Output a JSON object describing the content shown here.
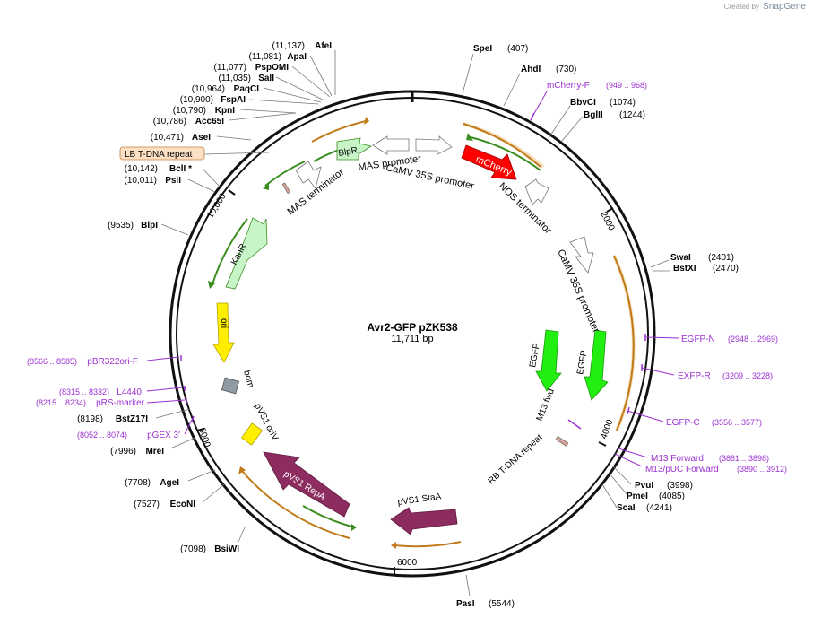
{
  "watermark": {
    "created_by": "Created by",
    "app": "SnapGene"
  },
  "plasmid": {
    "name": "Avr2-GFP pZK538",
    "length_label": "11,711 bp"
  },
  "colors": {
    "backbone": "#111111",
    "primer": "#9b30d0",
    "orf_orange": "#e8a33c",
    "orf_green": "#3a8d1e"
  },
  "ticks": [
    {
      "label": "2000"
    },
    {
      "label": "4000"
    },
    {
      "label": "6000"
    },
    {
      "label": "8000"
    },
    {
      "label": "10,000"
    }
  ],
  "enzymes": [
    {
      "name": "SpeI",
      "pos": "(407)"
    },
    {
      "name": "AhdI",
      "pos": "(730)"
    },
    {
      "name": "BbvCI",
      "pos": "(1074)"
    },
    {
      "name": "BglII",
      "pos": "(1244)"
    },
    {
      "name": "SwaI",
      "pos": "(2401)"
    },
    {
      "name": "BstXI",
      "pos": "(2470)"
    },
    {
      "name": "PvuI",
      "pos": "(3998)"
    },
    {
      "name": "PmeI",
      "pos": "(4085)"
    },
    {
      "name": "ScaI",
      "pos": "(4241)"
    },
    {
      "name": "PasI",
      "pos": "(5544)"
    },
    {
      "name": "BsiWI",
      "pos": "(7098)"
    },
    {
      "name": "EcoNI",
      "pos": "(7527)"
    },
    {
      "name": "AgeI",
      "pos": "(7708)"
    },
    {
      "name": "MreI",
      "pos": "(7996)"
    },
    {
      "name": "BstZ17I",
      "pos": "(8198)"
    },
    {
      "name": "BlpI",
      "pos": "(9535)"
    },
    {
      "name": "PsiI",
      "pos": "(10,011)"
    },
    {
      "name": "BclI *",
      "pos": "(10,142)"
    },
    {
      "name": "AseI",
      "pos": "(10,471)"
    },
    {
      "name": "Acc65I",
      "pos": "(10,786)"
    },
    {
      "name": "KpnI",
      "pos": "(10,790)"
    },
    {
      "name": "FspAI",
      "pos": "(10,900)"
    },
    {
      "name": "PaqCI",
      "pos": "(10,964)"
    },
    {
      "name": "SalI",
      "pos": "(11,035)"
    },
    {
      "name": "PspOMI",
      "pos": "(11,077)"
    },
    {
      "name": "ApaI",
      "pos": "(11,081)"
    },
    {
      "name": "AfeI",
      "pos": "(11,137)"
    }
  ],
  "primers": [
    {
      "name": "mCherry-F",
      "pos": "(949 .. 968)"
    },
    {
      "name": "EGFP-N",
      "pos": "(2948 .. 2969)"
    },
    {
      "name": "EXFP-R",
      "pos": "(3209 .. 3228)"
    },
    {
      "name": "EGFP-C",
      "pos": "(3556 .. 3577)"
    },
    {
      "name": "M13 Forward",
      "pos": "(3881 .. 3898)"
    },
    {
      "name": "M13/pUC Forward",
      "pos": "(3890 .. 3912)"
    },
    {
      "name": "pBR322ori-F",
      "pos": "(8566 .. 8585)"
    },
    {
      "name": "L4440",
      "pos": "(8315 .. 8332)"
    },
    {
      "name": "pRS-marker",
      "pos": "(8215 .. 8234)"
    },
    {
      "name": "pGEX 3'",
      "pos": "(8052 .. 8074)"
    }
  ],
  "callout": {
    "label": "LB T-DNA repeat"
  },
  "features": {
    "mcherry": "mCherry",
    "blpr": "BlpR",
    "kanr": "KanR",
    "ori": "ori",
    "egfp1": "EGFP",
    "egfp2": "EGFP",
    "pvs1_repa": "pVS1 RepA",
    "pvs1_staa": "pVS1 StaA",
    "mas_promoter": "MAS promoter",
    "camv_promoter_top": "CaMV 35S promoter",
    "nos_terminator": "NOS terminator",
    "camv_promoter_right": "CaMV 35S promoter",
    "mas_terminator": "MAS terminator",
    "bom": "bom",
    "pvs1_oriv": "pVS1 oriV",
    "m13_fwd": "M13 fwd",
    "rb_repeat": "RB T-DNA repeat"
  }
}
